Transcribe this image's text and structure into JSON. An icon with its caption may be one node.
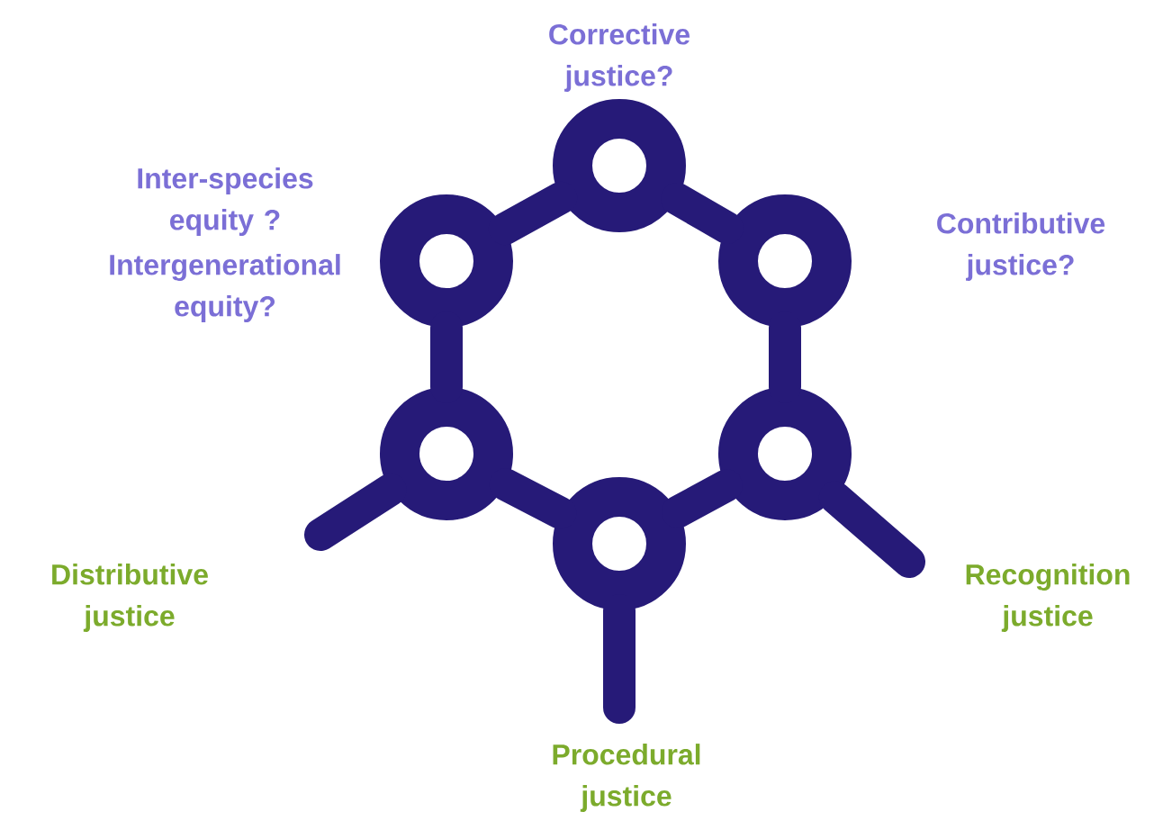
{
  "diagram": {
    "nodes": [
      {
        "text": [],
        "shape": "circle",
        "beside": [
          "Corrective justice?"
        ]
      },
      {
        "text": [],
        "shape": "circle",
        "beside": [
          "Inter-species equity ?",
          "Intergenerational equity?"
        ]
      },
      {
        "text": [],
        "shape": "circle",
        "beside": [
          "Contributive justice?"
        ]
      },
      {
        "text": [],
        "shape": "circle"
      },
      {
        "text": [],
        "shape": "circle"
      },
      {
        "text": [],
        "shape": "circle"
      }
    ],
    "edges": [
      {
        "from": 0,
        "to": 1,
        "arrow": "none"
      },
      {
        "from": 0,
        "to": 2,
        "arrow": "none"
      },
      {
        "from": 1,
        "to": 3,
        "arrow": "none"
      },
      {
        "from": 2,
        "to": 4,
        "arrow": "none"
      },
      {
        "from": 3,
        "to": 5,
        "arrow": "none"
      },
      {
        "from": 4,
        "to": 5,
        "arrow": "none"
      },
      {
        "from": 3,
        "to": null,
        "arrow": "none"
      },
      {
        "from": 5,
        "to": null,
        "arrow": "none"
      },
      {
        "from": 4,
        "to": null,
        "arrow": "none"
      }
    ],
    "labels": [
      "Distributive justice",
      "Recognition justice",
      "Procedural justice"
    ]
  }
}
